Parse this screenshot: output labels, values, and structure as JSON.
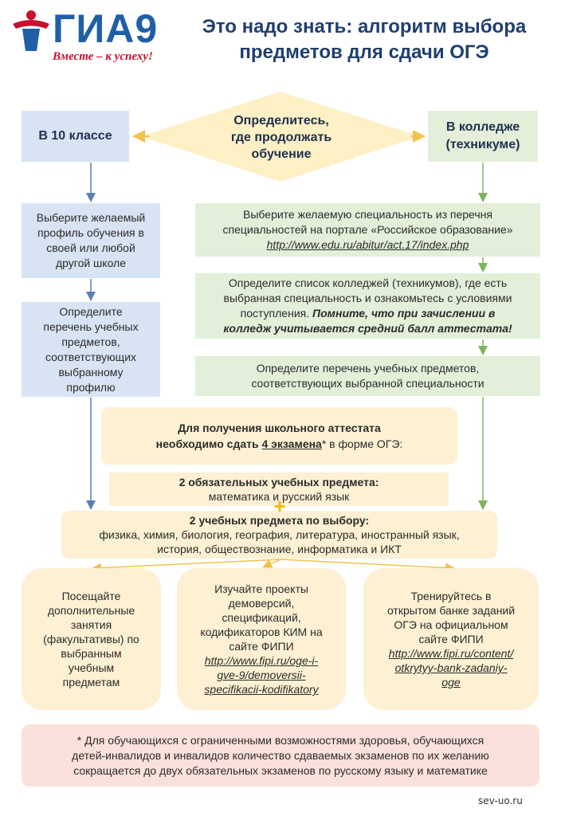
{
  "logo": {
    "text": "ГИА9",
    "slogan": "Вместе – к успеху!",
    "colors": [
      "#1f5fa8",
      "#c8102e"
    ]
  },
  "title": {
    "line1": "Это надо знать: алгоритм выбора",
    "line2": "предметов для сдачи ОГЭ"
  },
  "decision": {
    "line1": "Определитесь,",
    "line2": "где продолжать",
    "line3": "обучение"
  },
  "left_branch": {
    "label": "В 10 классе",
    "step1": [
      "Выберите желаемый",
      "профиль обучения в",
      "своей или любой",
      "другой школе"
    ],
    "step2": [
      "Определите",
      "перечень учебных",
      "предметов,",
      "соответствующих",
      "выбранному",
      "профилю"
    ]
  },
  "right_branch": {
    "label_line1": "В колледже",
    "label_line2": "(техникуме)",
    "step1": {
      "line1": "Выберите желаемую специальность из перечня",
      "line2": "специальностей на портале «Российское образование»",
      "link": "http://www.edu.ru/abitur/act.17/index.php"
    },
    "step2": {
      "line1": "Определите список колледжей (техникумов), где есть",
      "line2": "выбранная специальность и ознакомьтесь с условиями",
      "line3_plain": "поступления. ",
      "line3_emph": "Помните, что при зачислении в",
      "line4_emph": "колледж  учитывается средний балл аттестата!"
    },
    "step3": {
      "line1": "Определите перечень учебных предметов,",
      "line2": "соответствующих выбранной специальности"
    }
  },
  "exams": {
    "intro_line1": "Для получения школьного аттестата",
    "intro_line2_bold": "необходимо сдать ",
    "intro_count": "4 экзамена",
    "intro_tail": "* в форме ОГЭ:",
    "required_title": "2 обязательных учебных предмета:",
    "required_list": "математика и русский язык",
    "plus": "+",
    "elective_title": "2 учебных предмета по выбору:",
    "elective_line1": "физика, химия, биология, география, литература, иностранный язык,",
    "elective_line2": "история, обществознание, информатика и ИКТ"
  },
  "tips": [
    {
      "lines": [
        "Посещайте",
        "дополнительные",
        "занятия",
        "(факультативы) по",
        "выбранным",
        "учебным",
        "предметам"
      ]
    },
    {
      "lines": [
        "Изучайте проекты",
        "демоверсий,",
        "спецификаций,",
        "кодификаторов КИМ на",
        "сайте ФИПИ"
      ],
      "link_lines": [
        "http://www.fipi.ru/oge-i-",
        "gve-9/demoversii-",
        "specifikacii-kodifikatory"
      ]
    },
    {
      "lines": [
        "Тренируйтесь в",
        "открытом банке заданий",
        "ОГЭ на официальном",
        "сайте ФИПИ"
      ],
      "link_lines": [
        "http://www.fipi.ru/content/",
        "otkrytyy-bank-zadaniy-",
        "oge"
      ]
    }
  ],
  "footnote": {
    "line1": "*  Для обучающихся с ограниченными возможностями здоровья, обучающихся",
    "line2": "детей-инвалидов и инвалидов количество сдаваемых экзаменов по их желанию",
    "line3": "сокращается до двух обязательных экзаменов по русскому языку и математике"
  },
  "watermark": "sev-uo.ru",
  "colors": {
    "blue_box": "#d8e3f3",
    "green_box": "#e3efd9",
    "yellow_box": "#fdf0d3",
    "pink_box": "#fbe1db",
    "title": "#1f3f6e",
    "arrow_yellow": "#f2c14e",
    "arrow_blue": "#5b7fb5",
    "arrow_green": "#7cb55a"
  }
}
